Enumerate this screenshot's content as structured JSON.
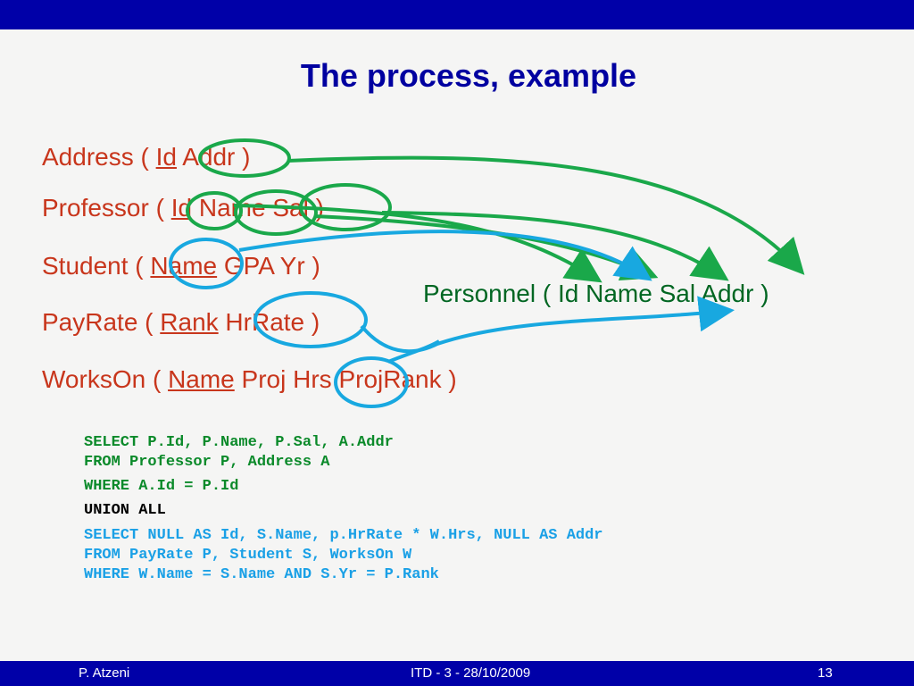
{
  "title": "The process, example",
  "relations": {
    "address": {
      "name": "Address (",
      "key": "Id",
      "rest": " Addr )"
    },
    "professor": {
      "name": "Professor (",
      "key": "Id",
      "rest": " Name Sal )"
    },
    "student": {
      "name": "Student (",
      "key": "Name",
      "rest": " GPA Yr )"
    },
    "payrate": {
      "name": "PayRate (",
      "key": "Rank",
      "rest": " HrRate )"
    },
    "workson": {
      "name": "WorksOn (",
      "key": "Name",
      "rest": " Proj Hrs ProjRank )"
    }
  },
  "personnel": "Personnel ( Id Name Sal  Addr )",
  "sql": {
    "q1_select": "SELECT P.Id, P.Name, P.Sal, A.Addr",
    "q1_from": "FROM Professor P, Address A",
    "q1_where": "WHERE A.Id = P.Id",
    "union": "UNION ALL",
    "q2_select": "SELECT NULL AS Id, S.Name, p.HrRate * W.Hrs, NULL AS Addr",
    "q2_from": "FROM PayRate P, Student S, WorksOn W",
    "q2_where": "WHERE W.Name = S.Name AND S.Yr = P.Rank"
  },
  "footer": {
    "author": "P. Atzeni",
    "course": "ITD - 3 - 28/10/2009",
    "page": "13"
  },
  "colors": {
    "title": "#0000a0",
    "bar": "#0000a8",
    "relation_text": "#c8361c",
    "green_mark": "#1aa84a",
    "blue_mark": "#18a8e0"
  }
}
